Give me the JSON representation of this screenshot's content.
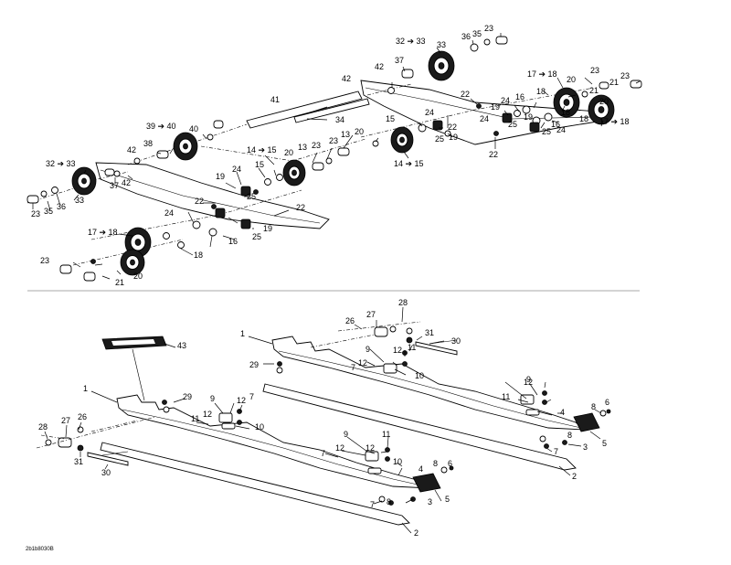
{
  "diagram": {
    "drawing_code": "2b1b8030B",
    "callouts_upper": [
      {
        "id": "u1",
        "text": "23"
      },
      {
        "id": "u2",
        "text": "32 ➔ 33"
      },
      {
        "id": "u3",
        "text": "33"
      },
      {
        "id": "u4",
        "text": "36"
      },
      {
        "id": "u5",
        "text": "35"
      },
      {
        "id": "u6",
        "text": "42"
      },
      {
        "id": "u7",
        "text": "37"
      },
      {
        "id": "u8",
        "text": "42"
      },
      {
        "id": "u9",
        "text": "41"
      },
      {
        "id": "u10",
        "text": "34"
      },
      {
        "id": "u11",
        "text": "17 ➔ 18"
      },
      {
        "id": "u12",
        "text": "23"
      },
      {
        "id": "u13",
        "text": "21"
      },
      {
        "id": "u14",
        "text": "23"
      },
      {
        "id": "u15",
        "text": "20"
      },
      {
        "id": "u16",
        "text": "18"
      },
      {
        "id": "u17",
        "text": "21"
      },
      {
        "id": "u18",
        "text": "20"
      },
      {
        "id": "u19",
        "text": "17 ➔ 18"
      },
      {
        "id": "u20",
        "text": "22"
      },
      {
        "id": "u21",
        "text": "24"
      },
      {
        "id": "u22",
        "text": "16"
      },
      {
        "id": "u23",
        "text": "19"
      },
      {
        "id": "u24",
        "text": "18"
      },
      {
        "id": "u25",
        "text": "18"
      },
      {
        "id": "u26",
        "text": "24"
      },
      {
        "id": "u27",
        "text": "25"
      },
      {
        "id": "u28",
        "text": "19"
      },
      {
        "id": "u29",
        "text": "16"
      },
      {
        "id": "u30",
        "text": "25"
      },
      {
        "id": "u31",
        "text": "24"
      },
      {
        "id": "u32",
        "text": "22"
      },
      {
        "id": "u33",
        "text": "24"
      },
      {
        "id": "u34",
        "text": "15"
      },
      {
        "id": "u35",
        "text": "25"
      },
      {
        "id": "u36",
        "text": "19"
      },
      {
        "id": "u37",
        "text": "22"
      },
      {
        "id": "u38",
        "text": "20"
      },
      {
        "id": "u39",
        "text": "13"
      },
      {
        "id": "u40",
        "text": "14 ➔ 15"
      },
      {
        "id": "u41",
        "text": "39 ➔ 40"
      },
      {
        "id": "u42",
        "text": "40"
      },
      {
        "id": "u43",
        "text": "38"
      },
      {
        "id": "u44",
        "text": "42"
      },
      {
        "id": "u45",
        "text": "14 ➔ 15"
      },
      {
        "id": "u46",
        "text": "20"
      },
      {
        "id": "u47",
        "text": "23"
      },
      {
        "id": "u48",
        "text": "13"
      },
      {
        "id": "u49",
        "text": "23"
      },
      {
        "id": "u50",
        "text": "15"
      },
      {
        "id": "u51",
        "text": "32 ➔ 33"
      },
      {
        "id": "u52",
        "text": "37"
      },
      {
        "id": "u53",
        "text": "42"
      },
      {
        "id": "u54",
        "text": "33"
      },
      {
        "id": "u55",
        "text": "23"
      },
      {
        "id": "u56",
        "text": "35"
      },
      {
        "id": "u57",
        "text": "36"
      },
      {
        "id": "u58",
        "text": "19"
      },
      {
        "id": "u59",
        "text": "24"
      },
      {
        "id": "u60",
        "text": "25"
      },
      {
        "id": "u61",
        "text": "22"
      },
      {
        "id": "u62",
        "text": "22"
      },
      {
        "id": "u63",
        "text": "24"
      },
      {
        "id": "u64",
        "text": "19"
      },
      {
        "id": "u65",
        "text": "25"
      },
      {
        "id": "u66",
        "text": "16"
      },
      {
        "id": "u67",
        "text": "17 ➔ 18"
      },
      {
        "id": "u68",
        "text": "18"
      },
      {
        "id": "u69",
        "text": "23"
      },
      {
        "id": "u70",
        "text": "20"
      },
      {
        "id": "u71",
        "text": "21"
      }
    ],
    "callouts_lower": [
      {
        "id": "l1",
        "text": "28"
      },
      {
        "id": "l2",
        "text": "27"
      },
      {
        "id": "l3",
        "text": "26"
      },
      {
        "id": "l4",
        "text": "31"
      },
      {
        "id": "l5",
        "text": "30"
      },
      {
        "id": "l6",
        "text": "9"
      },
      {
        "id": "l7",
        "text": "12"
      },
      {
        "id": "l8",
        "text": "11"
      },
      {
        "id": "l9",
        "text": "1"
      },
      {
        "id": "l10",
        "text": "43"
      },
      {
        "id": "l11",
        "text": "29"
      },
      {
        "id": "l12",
        "text": "7"
      },
      {
        "id": "l13",
        "text": "12"
      },
      {
        "id": "l14",
        "text": "10"
      },
      {
        "id": "l15",
        "text": "9"
      },
      {
        "id": "l16",
        "text": "12"
      },
      {
        "id": "l17",
        "text": "7"
      },
      {
        "id": "l18",
        "text": "11"
      },
      {
        "id": "l19",
        "text": "12"
      },
      {
        "id": "l20",
        "text": "10"
      },
      {
        "id": "l21",
        "text": "8"
      },
      {
        "id": "l22",
        "text": "6"
      },
      {
        "id": "l23",
        "text": "4"
      },
      {
        "id": "l24",
        "text": "5"
      },
      {
        "id": "l25",
        "text": "3"
      },
      {
        "id": "l26",
        "text": "8"
      },
      {
        "id": "l27",
        "text": "7"
      },
      {
        "id": "l28",
        "text": "2"
      },
      {
        "id": "l29",
        "text": "1"
      },
      {
        "id": "l30",
        "text": "29"
      },
      {
        "id": "l31",
        "text": "28"
      },
      {
        "id": "l32",
        "text": "27"
      },
      {
        "id": "l33",
        "text": "26"
      },
      {
        "id": "l34",
        "text": "31"
      },
      {
        "id": "l35",
        "text": "30"
      },
      {
        "id": "l36",
        "text": "9"
      },
      {
        "id": "l37",
        "text": "12"
      },
      {
        "id": "l38",
        "text": "11"
      },
      {
        "id": "l39",
        "text": "12"
      },
      {
        "id": "l40",
        "text": "7"
      },
      {
        "id": "l41",
        "text": "10"
      },
      {
        "id": "l42",
        "text": "9"
      },
      {
        "id": "l43",
        "text": "12"
      },
      {
        "id": "l44",
        "text": "11"
      },
      {
        "id": "l45",
        "text": "8"
      },
      {
        "id": "l46",
        "text": "4"
      },
      {
        "id": "l47",
        "text": "5"
      },
      {
        "id": "l48",
        "text": "3"
      },
      {
        "id": "l49",
        "text": "8"
      },
      {
        "id": "l50",
        "text": "6"
      },
      {
        "id": "l51",
        "text": "7"
      },
      {
        "id": "l52",
        "text": "2"
      }
    ]
  }
}
